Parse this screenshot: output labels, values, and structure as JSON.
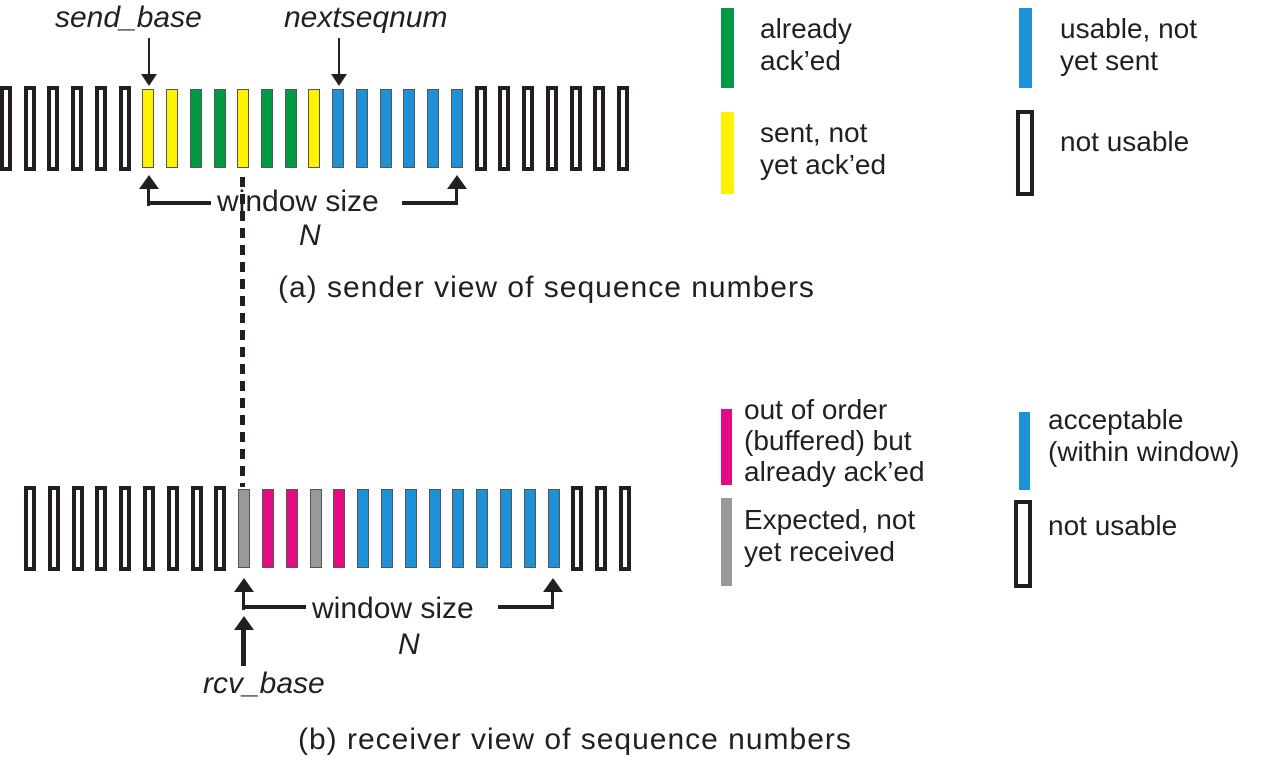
{
  "palette": {
    "sent_not_acked": "#fff200",
    "already_acked": "#009a44",
    "usable_not_sent": "#1e90d6",
    "buffered_acked": "#e40c82",
    "expected_not_received": "#999999",
    "acceptable": "#1e90d6",
    "not_usable": "#ffffff",
    "outline": "#231f20"
  },
  "sender": {
    "pointer_send_base": "send_base",
    "pointer_nextseqnum": "nextseqnum",
    "window_label": "window size",
    "window_n": "N",
    "caption": "(a) sender view of sequence numbers",
    "ticks": [
      "not_usable",
      "not_usable",
      "not_usable",
      "not_usable",
      "not_usable",
      "not_usable",
      "sent_not_acked",
      "sent_not_acked",
      "already_acked",
      "already_acked",
      "sent_not_acked",
      "already_acked",
      "already_acked",
      "sent_not_acked",
      "usable_not_sent",
      "usable_not_sent",
      "usable_not_sent",
      "usable_not_sent",
      "usable_not_sent",
      "usable_not_sent",
      "not_usable",
      "not_usable",
      "not_usable",
      "not_usable",
      "not_usable",
      "not_usable",
      "not_usable"
    ]
  },
  "receiver": {
    "pointer_rcv_base": "rcv_base",
    "window_label": "window size",
    "window_n": "N",
    "caption": "(b) receiver view of sequence numbers",
    "ticks": [
      "not_usable",
      "not_usable",
      "not_usable",
      "not_usable",
      "not_usable",
      "not_usable",
      "not_usable",
      "not_usable",
      "not_usable",
      "expected_not_received",
      "buffered_acked",
      "buffered_acked",
      "expected_not_received",
      "buffered_acked",
      "acceptable",
      "acceptable",
      "acceptable",
      "acceptable",
      "acceptable",
      "acceptable",
      "acceptable",
      "acceptable",
      "acceptable",
      "not_usable",
      "not_usable",
      "not_usable"
    ]
  },
  "legend_sender": [
    {
      "key": "already_acked",
      "color": "#009a44",
      "label": "already\nack’ed"
    },
    {
      "key": "usable_not_sent",
      "color": "#1e90d6",
      "label": "usable, not\nyet sent"
    },
    {
      "key": "sent_not_acked",
      "color": "#fff200",
      "label": "sent, not\nyet ack’ed"
    },
    {
      "key": "not_usable",
      "color": "#ffffff",
      "label": "not usable"
    }
  ],
  "legend_receiver": [
    {
      "key": "buffered_acked",
      "color": "#e40c82",
      "label": "out of order\n(buffered) but\nalready ack’ed"
    },
    {
      "key": "acceptable",
      "color": "#1e90d6",
      "label": "acceptable\n(within window)"
    },
    {
      "key": "expected_not_received",
      "color": "#999999",
      "label": "Expected, not\nyet received"
    },
    {
      "key": "not_usable",
      "color": "#ffffff",
      "label": "not usable"
    }
  ]
}
